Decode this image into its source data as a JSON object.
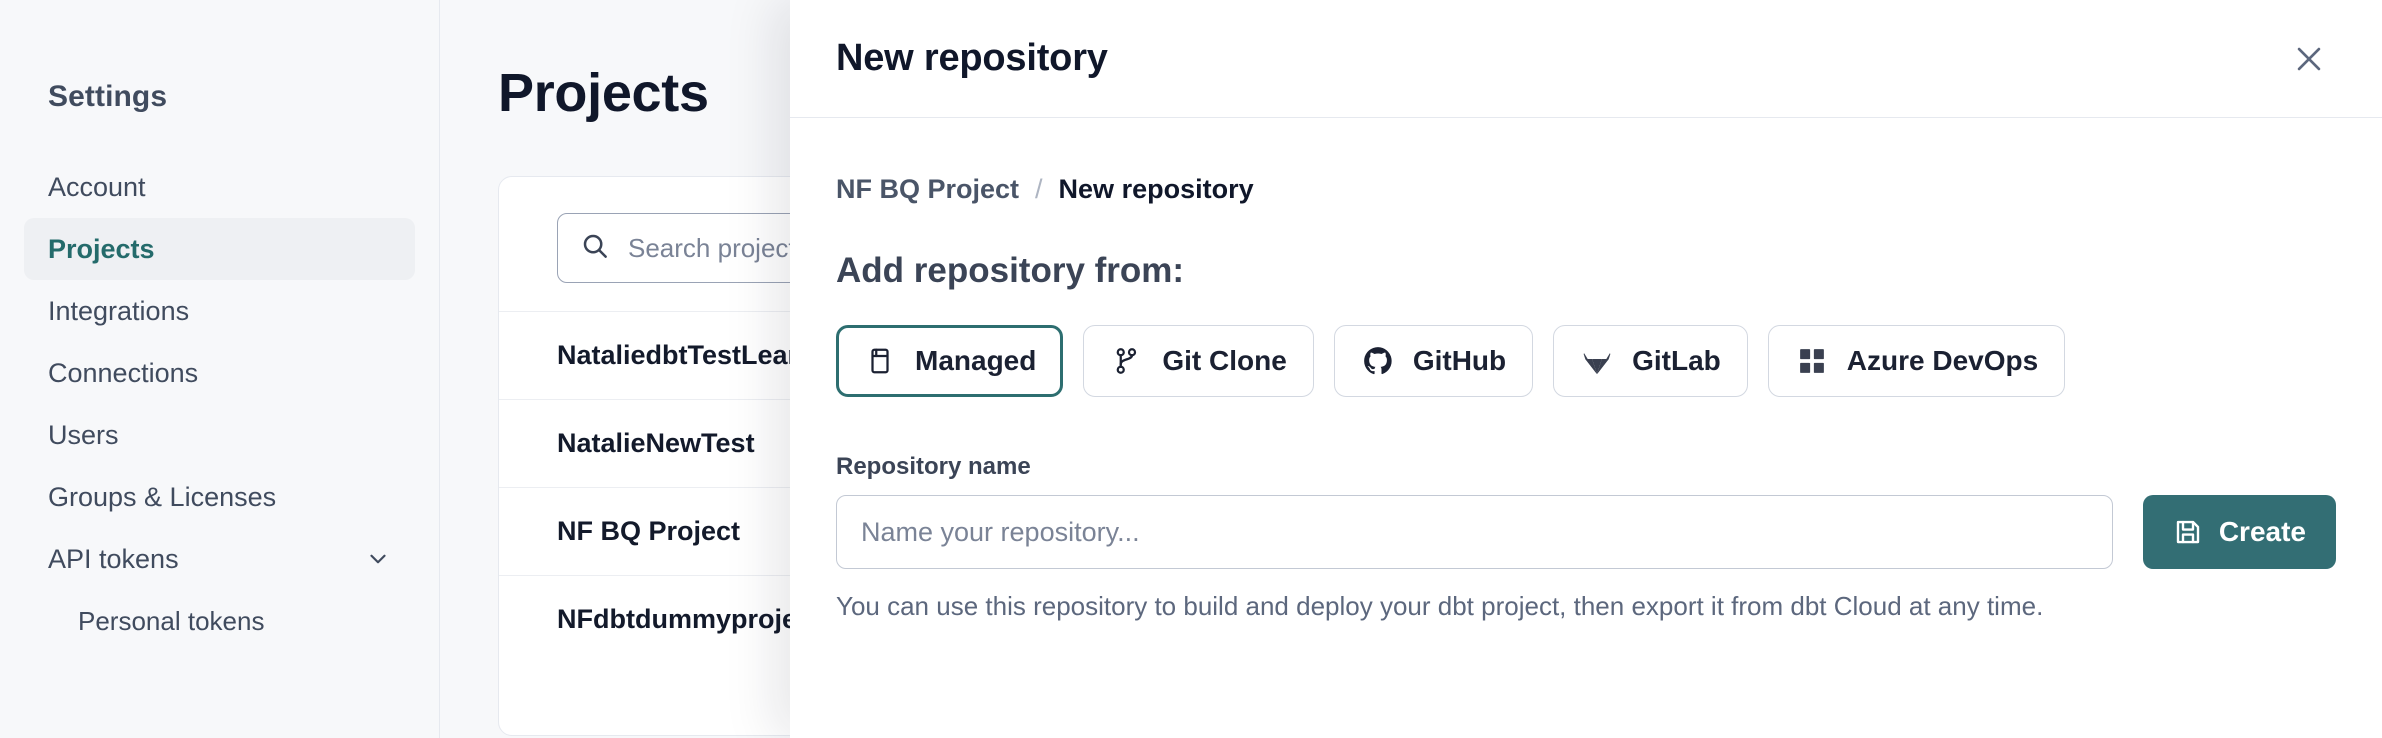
{
  "sidebar": {
    "title": "Settings",
    "items": [
      {
        "label": "Account",
        "active": false,
        "sub": false,
        "chevron": false
      },
      {
        "label": "Projects",
        "active": true,
        "sub": false,
        "chevron": false
      },
      {
        "label": "Integrations",
        "active": false,
        "sub": false,
        "chevron": false
      },
      {
        "label": "Connections",
        "active": false,
        "sub": false,
        "chevron": false
      },
      {
        "label": "Users",
        "active": false,
        "sub": false,
        "chevron": false
      },
      {
        "label": "Groups & Licenses",
        "active": false,
        "sub": false,
        "chevron": false
      },
      {
        "label": "API tokens",
        "active": false,
        "sub": false,
        "chevron": true
      },
      {
        "label": "Personal tokens",
        "active": false,
        "sub": true,
        "chevron": false
      }
    ]
  },
  "main": {
    "page_title": "Projects",
    "search": {
      "placeholder": "Search projects by name...",
      "icon": "search-icon"
    },
    "projects": [
      "NataliedbtTestLearn T",
      "NatalieNewTest",
      "NF BQ Project",
      "NFdbtdummyproject"
    ]
  },
  "panel": {
    "title": "New repository",
    "close_icon": "close-icon",
    "breadcrumb": {
      "parent": "NF BQ Project",
      "separator": "/",
      "current": "New repository"
    },
    "section_heading": "Add repository from:",
    "sources": [
      {
        "label": "Managed",
        "icon": "database-icon",
        "selected": true
      },
      {
        "label": "Git Clone",
        "icon": "git-branch-icon",
        "selected": false
      },
      {
        "label": "GitHub",
        "icon": "github-icon",
        "selected": false
      },
      {
        "label": "GitLab",
        "icon": "gitlab-icon",
        "selected": false
      },
      {
        "label": "Azure DevOps",
        "icon": "azure-devops-icon",
        "selected": false
      }
    ],
    "repository_name": {
      "label": "Repository name",
      "placeholder": "Name your repository...",
      "value": ""
    },
    "create_button": {
      "label": "Create",
      "icon": "save-icon"
    },
    "helper_text": "You can use this repository to build and deploy your dbt project, then export it from dbt Cloud at any time."
  },
  "colors": {
    "accent_teal": "#336e74",
    "selected_border": "#2d6e70",
    "page_bg": "#f7f8fa",
    "panel_bg": "#ffffff",
    "text_dark": "#10172a",
    "text_muted": "#5c677d"
  }
}
